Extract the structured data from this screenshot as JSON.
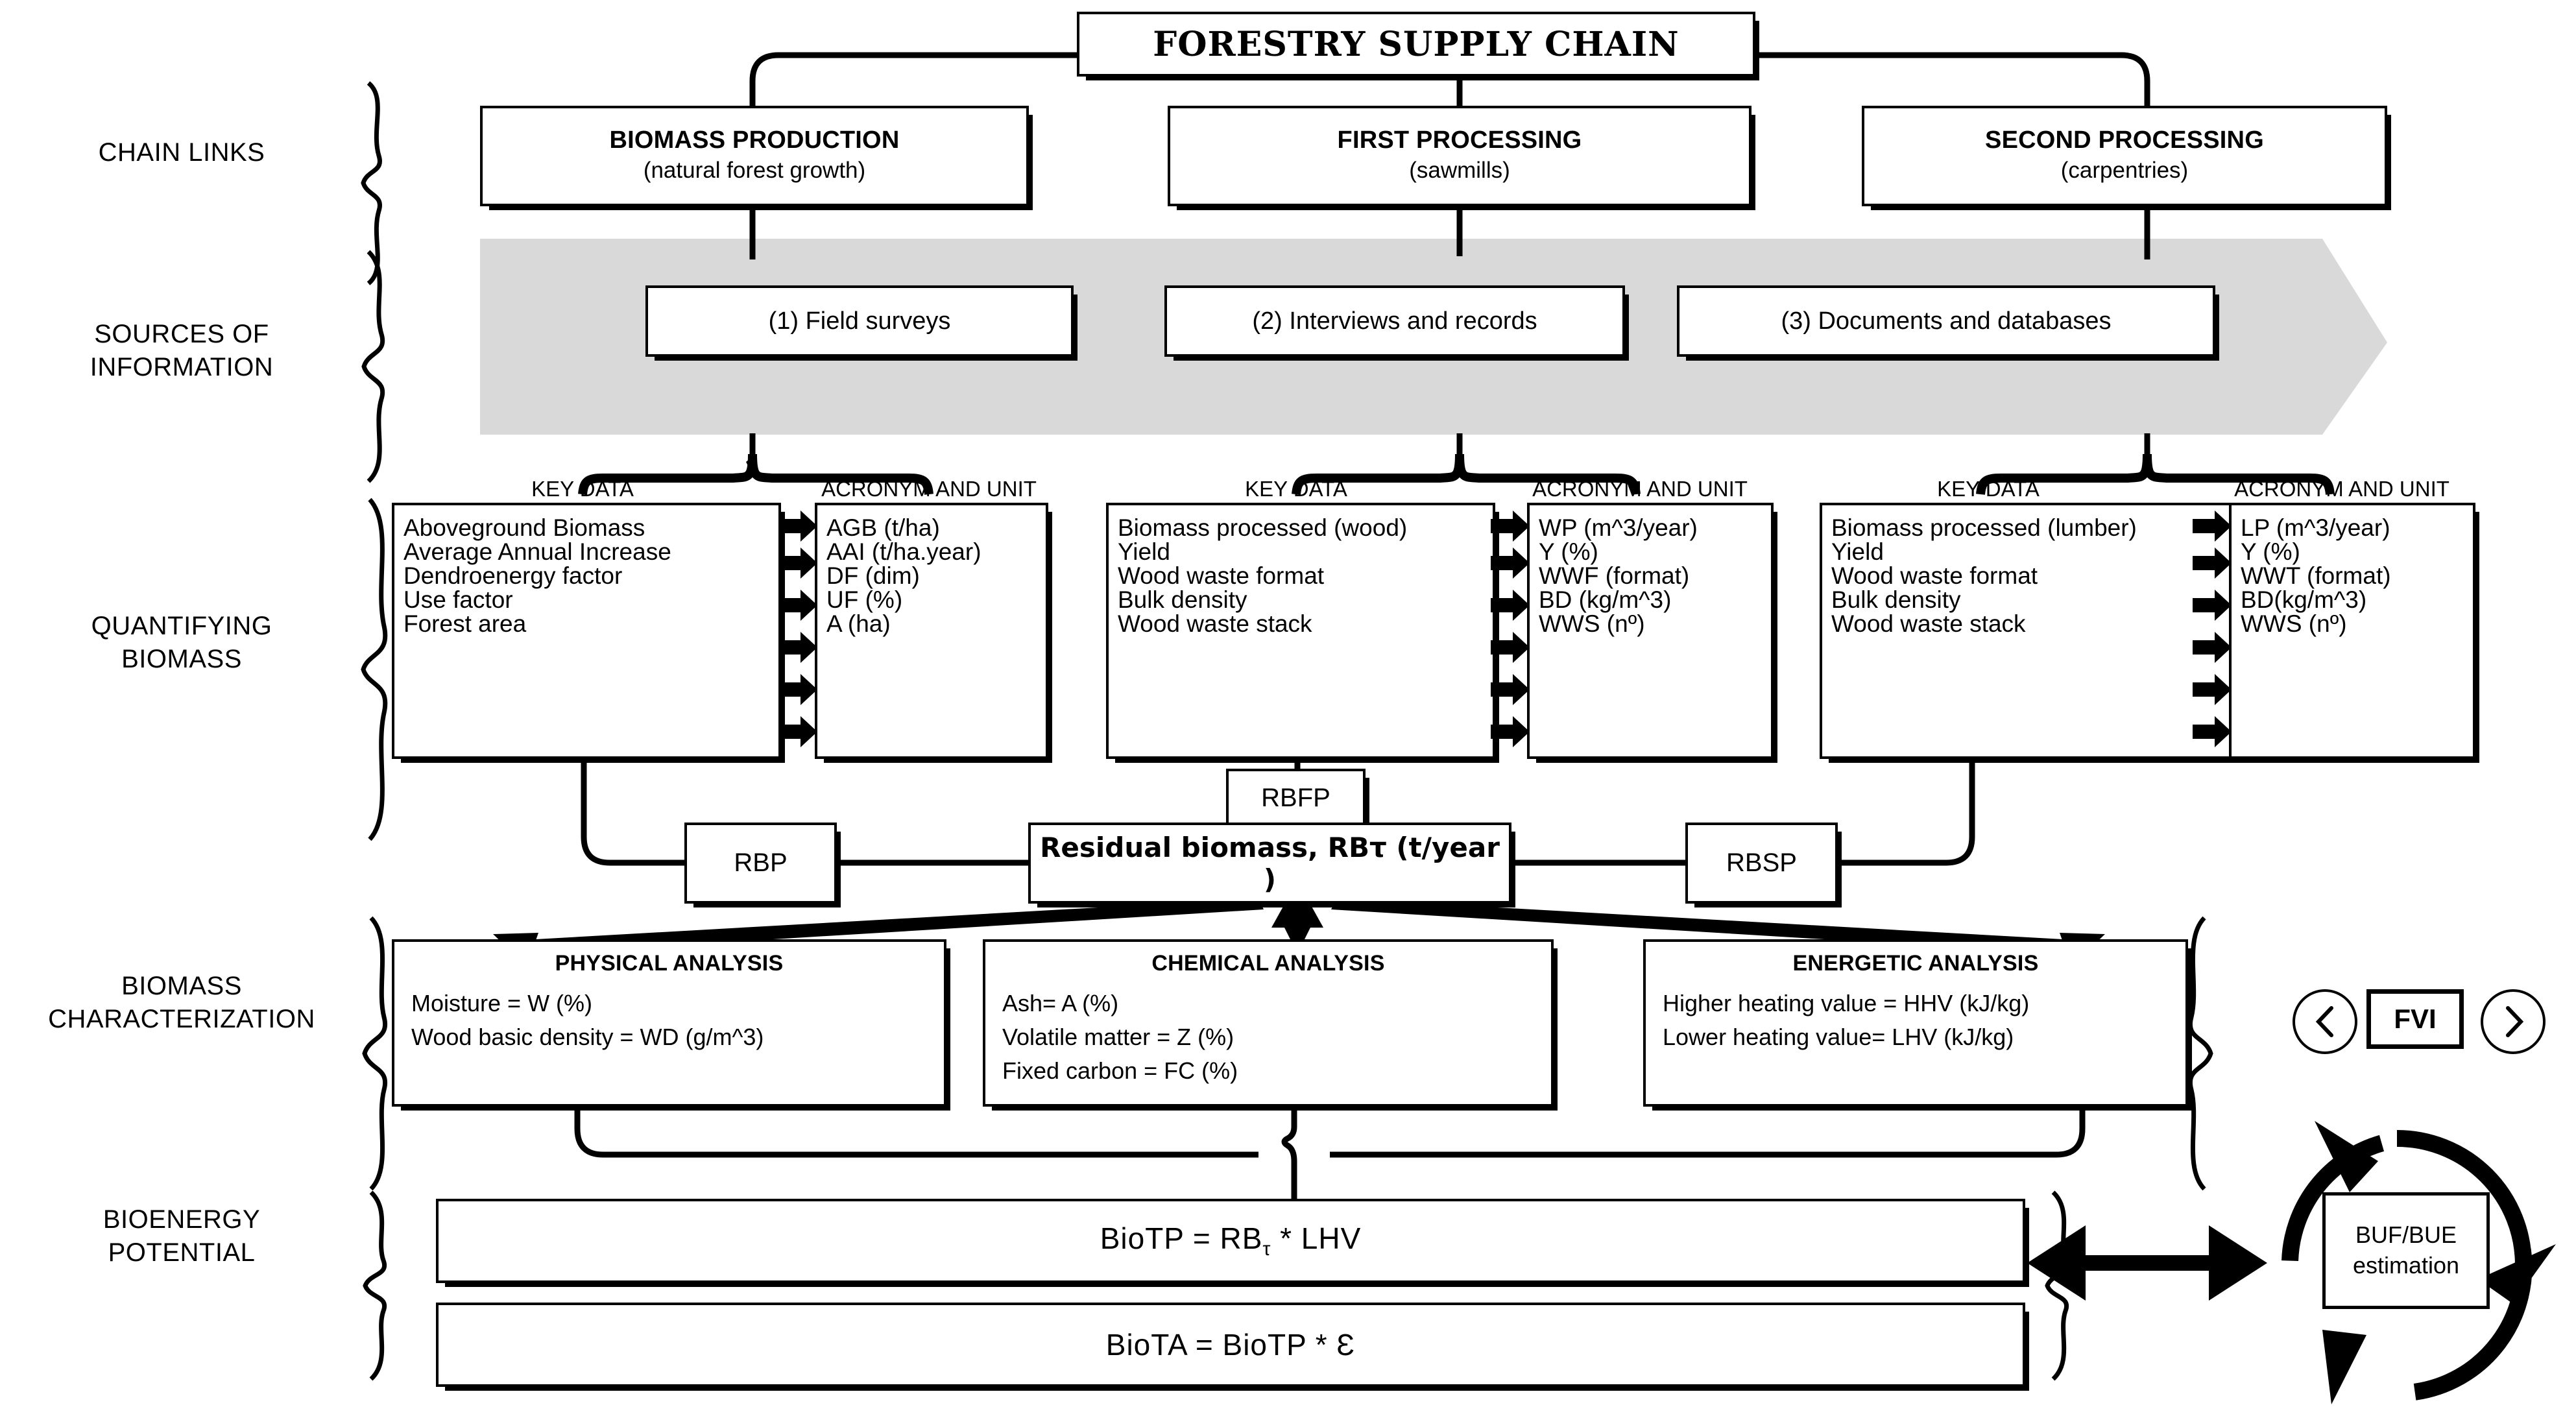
{
  "title": "FORESTRY SUPPLY CHAIN",
  "sections": [
    {
      "id": "chain-links",
      "label": "CHAIN LINKS"
    },
    {
      "id": "sources-of-information",
      "label": "SOURCES OF\nINFORMATION"
    },
    {
      "id": "quantifying-biomass",
      "label": "QUANTIFYING\nBIOMASS"
    },
    {
      "id": "biomass-characterization",
      "label": "BIOMASS\nCHARACTERIZATION"
    },
    {
      "id": "bioenergy-potential",
      "label": "BIOENERGY\nPOTENTIAL"
    }
  ],
  "chain_links": [
    {
      "title": "BIOMASS PRODUCTION",
      "subtitle": "(natural forest growth)"
    },
    {
      "title": "FIRST PROCESSING",
      "subtitle": "(sawmills)"
    },
    {
      "title": "SECOND PROCESSING",
      "subtitle": "(carpentries)"
    }
  ],
  "sources": [
    "(1) Field surveys",
    "(2) Interviews and records",
    "(3) Documents and databases"
  ],
  "column_headers": {
    "key_data": "KEY DATA",
    "acronym_unit": "ACRONYM AND UNIT"
  },
  "quantifying": [
    {
      "key_data": [
        "Aboveground Biomass",
        "Average Annual Increase",
        "Dendroenergy factor",
        "Use factor",
        "Forest area"
      ],
      "acronyms": [
        "AGB  (t/ha)",
        "AAI (t/ha.year)",
        "DF (dim)",
        "UF (%)",
        "A (ha)"
      ]
    },
    {
      "key_data": [
        "Biomass processed (wood)",
        "Yield",
        "Wood waste format",
        "Bulk density",
        "Wood waste stack"
      ],
      "acronyms": [
        "WP (m^3/year)",
        "Y (%)",
        "WWF (format)",
        "BD (kg/m^3)",
        "WWS (nº)"
      ]
    },
    {
      "key_data": [
        "Biomass processed (lumber)",
        "Yield",
        "Wood waste format",
        "Bulk density",
        "Wood waste stack"
      ],
      "acronyms": [
        "LP (m^3/year)",
        "Y (%)",
        "WWT (format)",
        "BD(kg/m^3)",
        "WWS (nº)"
      ]
    }
  ],
  "residual": {
    "rbp": "RBP",
    "rbfp": "RBFP",
    "rbsp": "RBSP",
    "main": "Residual biomass, RBτ (t/year )"
  },
  "analyses": [
    {
      "title": "PHYSICAL ANALYSIS",
      "lines": [
        "Moisture = W (%)",
        "Wood basic density = WD (g/m^3)"
      ]
    },
    {
      "title": "CHEMICAL ANALYSIS",
      "lines": [
        "Ash= A (%)",
        "Volatile matter = Z (%)",
        "Fixed carbon = FC (%)"
      ]
    },
    {
      "title": "ENERGETIC ANALYSIS",
      "lines": [
        "Higher heating value = HHV (kJ/kg)",
        "Lower heating value= LHV (kJ/kg)"
      ]
    }
  ],
  "formulas": [
    {
      "html": "BioTP  =  RB<sub>τ</sub>   *   LHV",
      "text": "BioTP = RBτ * LHV"
    },
    {
      "html": "BioTA  = BioTP    *    Ɛ",
      "text": "BioTA = BioTP * Ɛ"
    }
  ],
  "fvi": {
    "label": "FVI",
    "prev_icon": "chevron-left-icon",
    "next_icon": "chevron-right-icon"
  },
  "bufbue": {
    "line1": "BUF/BUE",
    "line2": "estimation"
  },
  "colors": {
    "band": "#d9d9d9",
    "stroke": "#000000",
    "background": "#ffffff"
  }
}
